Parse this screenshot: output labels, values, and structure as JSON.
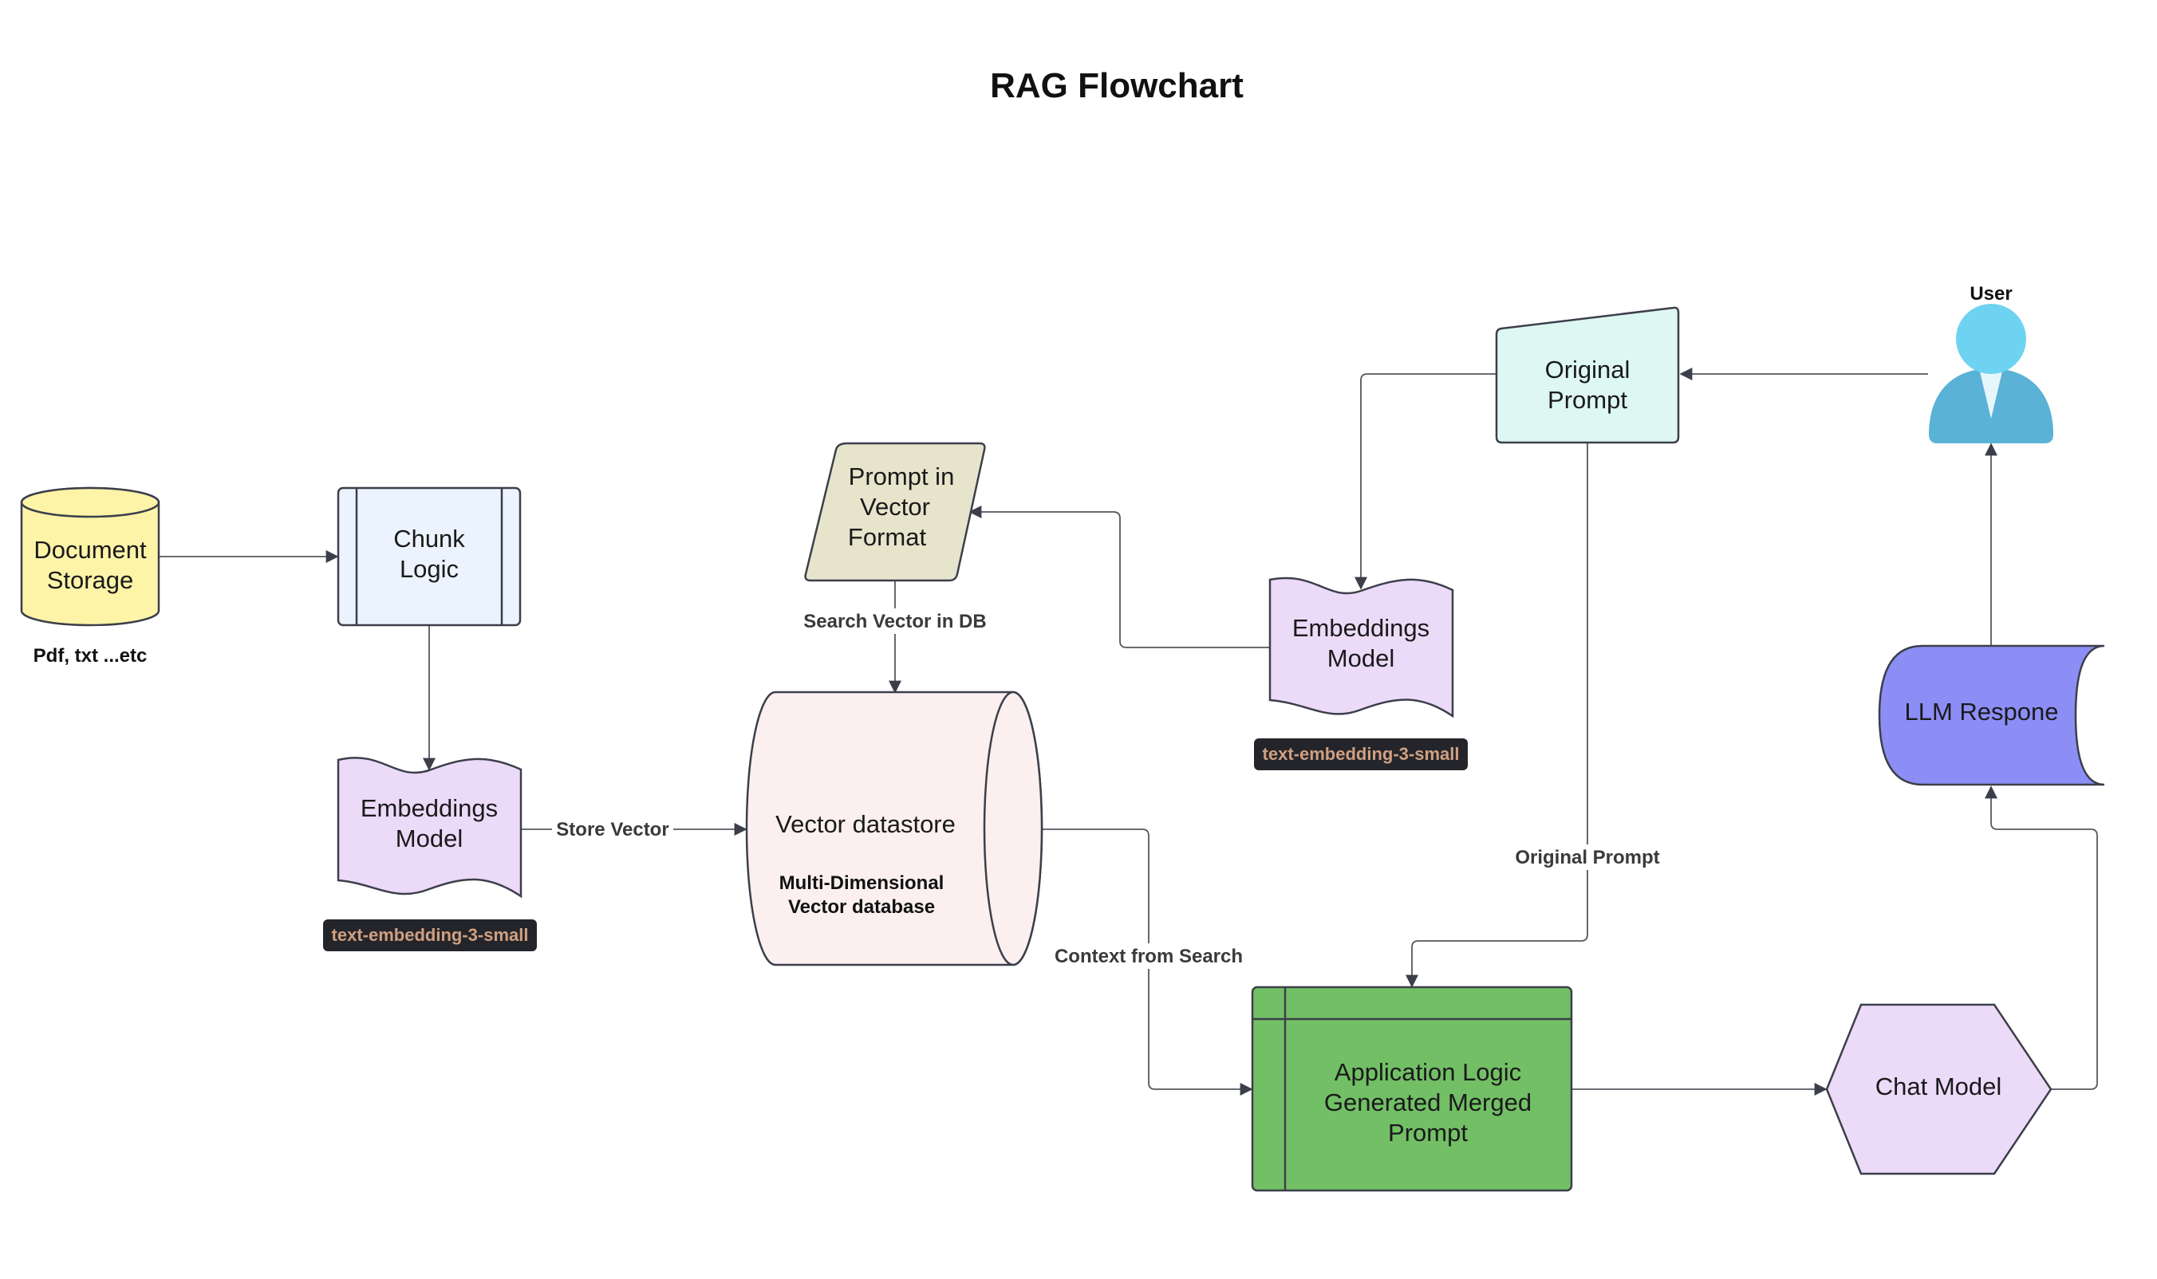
{
  "title": "RAG Flowchart",
  "nodes": {
    "document_storage": {
      "lines": [
        "Document",
        "Storage"
      ],
      "caption": "Pdf, txt ...etc"
    },
    "chunk_logic": {
      "lines": [
        "Chunk",
        "Logic"
      ]
    },
    "embeddings_left": {
      "lines": [
        "Embeddings",
        "Model"
      ],
      "badge": "text-embedding-3-small"
    },
    "prompt_vector": {
      "lines": [
        "Prompt in",
        "Vector",
        "Format"
      ]
    },
    "vector_datastore": {
      "lines": [
        "Vector datastore"
      ],
      "sub_lines": [
        "Multi-Dimensional",
        "Vector database"
      ]
    },
    "embeddings_right": {
      "lines": [
        "Embeddings",
        "Model"
      ],
      "badge": "text-embedding-3-small"
    },
    "original_prompt": {
      "lines": [
        "Original",
        "Prompt"
      ]
    },
    "user": {
      "label": "User"
    },
    "llm_response": {
      "lines": [
        "LLM Respone"
      ]
    },
    "app_logic": {
      "lines": [
        "Application Logic",
        "Generated Merged",
        "Prompt"
      ]
    },
    "chat_model": {
      "lines": [
        "Chat Model"
      ]
    }
  },
  "edges": {
    "store_vector": "Store Vector",
    "search_vector": "Search Vector in DB",
    "context_from_search": "Context from Search",
    "original_prompt": "Original Prompt"
  },
  "colors": {
    "document_storage": "#fdf4a8",
    "chunk_logic": "#ebf3ff",
    "embeddings": "#ecdaf9",
    "prompt_vector": "#e7e4cc",
    "vector_datastore": "#fbefef",
    "original_prompt": "#ddf7f3",
    "user": "#5fc6e6",
    "llm_response": "#8c8ef6",
    "app_logic": "#72bf66",
    "chat_model": "#ecdaf9",
    "badge": "#24252b",
    "badge_text": "#d0a080"
  }
}
